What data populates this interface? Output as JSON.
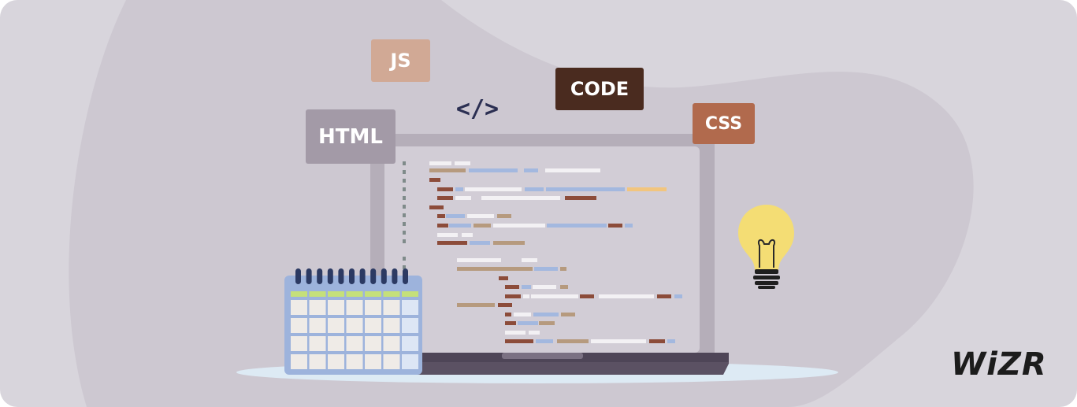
{
  "tags": {
    "js": "JS",
    "code": "CODE",
    "html": "HTML",
    "css": "CSS"
  },
  "code_symbol": "</>",
  "brand": {
    "logo": "WiZR"
  },
  "colors": {
    "background": "#d8d5dc",
    "blob": "#cdc8d1",
    "laptop_frame": "#b5aeb9",
    "screen": "#d2cdd6",
    "laptop_base": "#5b5163",
    "calendar_frame": "#9db3dc",
    "calendar_rings": "#2c3a63",
    "calendar_header": "#c5e07a",
    "bulb": "#f4dd74",
    "brand": "#1c1c1c"
  },
  "icons": [
    "calendar-icon",
    "lightbulb-icon",
    "laptop-icon",
    "code-brackets-icon"
  ]
}
